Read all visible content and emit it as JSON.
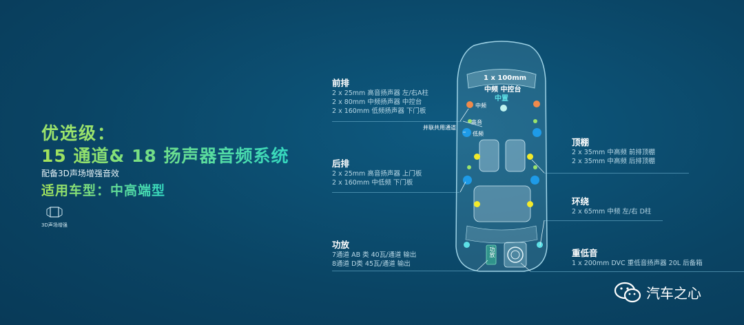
{
  "headline": {
    "line1": "优选级：",
    "line2": "15 通道& 18 扬声器音频系统",
    "line3": "配备3D声场增强音效",
    "line4": "适用车型：中高端型",
    "badge_label": "3D声场增强"
  },
  "car_labels": {
    "center_title": "1 x 100mm",
    "center_sub": "中频 中控台",
    "center_tag": "中置",
    "mid": "中频",
    "tweeter": "高音",
    "woofer": "低频",
    "parallel": "并联共用通道",
    "amp": "功放"
  },
  "sections": {
    "front": {
      "title": "前排",
      "lines": [
        "2 x 25mm 高音扬声器 左/右A柱",
        "2 x 80mm 中频扬声器 中控台",
        "2 x 160mm 低频扬声器 下门板"
      ]
    },
    "rear": {
      "title": "后排",
      "lines": [
        "2 x 25mm 高音扬声器 上门板",
        "2 x 160mm 中低频 下门板"
      ]
    },
    "amp": {
      "title": "功放",
      "lines": [
        "7通道 AB 类 40瓦/通道 输出",
        "8通道 D类 45瓦/通道 输出"
      ]
    },
    "roof": {
      "title": "顶棚",
      "lines": [
        "2 x 35mm 中高频 前排顶棚",
        "2 x 35mm 中高频 后排顶棚"
      ]
    },
    "surround": {
      "title": "环绕",
      "lines": [
        "2 x 65mm 中频 左/右 D柱"
      ]
    },
    "sub": {
      "title": "重低音",
      "lines": [
        "1 x 200mm DVC 重低音扬声器 20L 后备箱"
      ]
    }
  },
  "brand": {
    "name": "汽车之心"
  },
  "colors": {
    "orange": "#f08a4b",
    "cyan": "#5de0e6",
    "blue": "#1e9be8",
    "yellow": "#f3ea2a",
    "green": "#9be36b"
  }
}
